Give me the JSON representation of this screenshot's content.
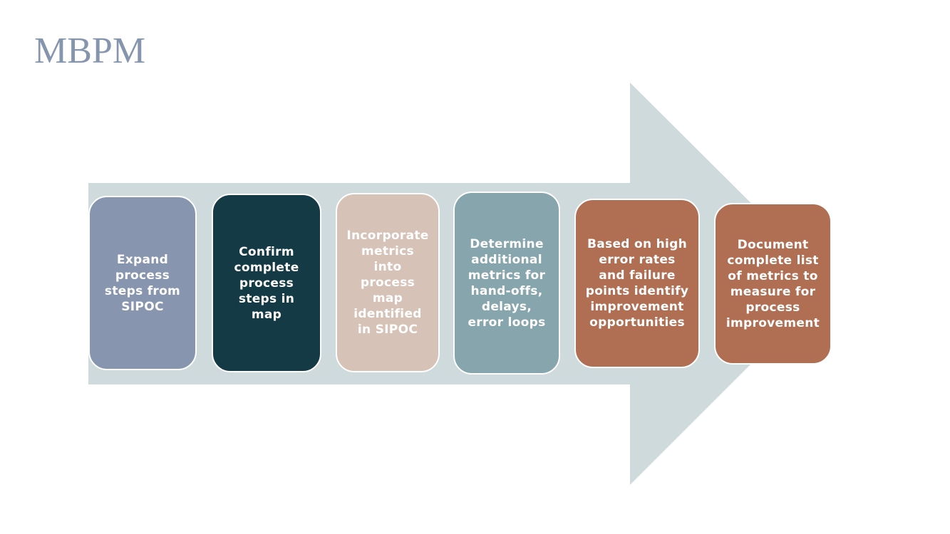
{
  "title": "MBPM",
  "colors": {
    "title": "#8595ad",
    "arrow": "#cfdadc",
    "step_text": "#ffffff"
  },
  "steps": [
    {
      "text": "Expand process steps from SIPOC",
      "color": "#8795ae"
    },
    {
      "text": "Confirm complete process steps in map",
      "color": "#143a45"
    },
    {
      "text": "Incorporate metrics into process map identified in SIPOC",
      "color": "#d6c2b6"
    },
    {
      "text": "Determine additional metrics for hand-offs, delays, error loops",
      "color": "#87a5ac"
    },
    {
      "text": "Based on high error rates and failure points identify improvement opportunities",
      "color": "#b06e53"
    },
    {
      "text": "Document complete list of metrics to measure for process improvement",
      "color": "#b06e53"
    }
  ]
}
